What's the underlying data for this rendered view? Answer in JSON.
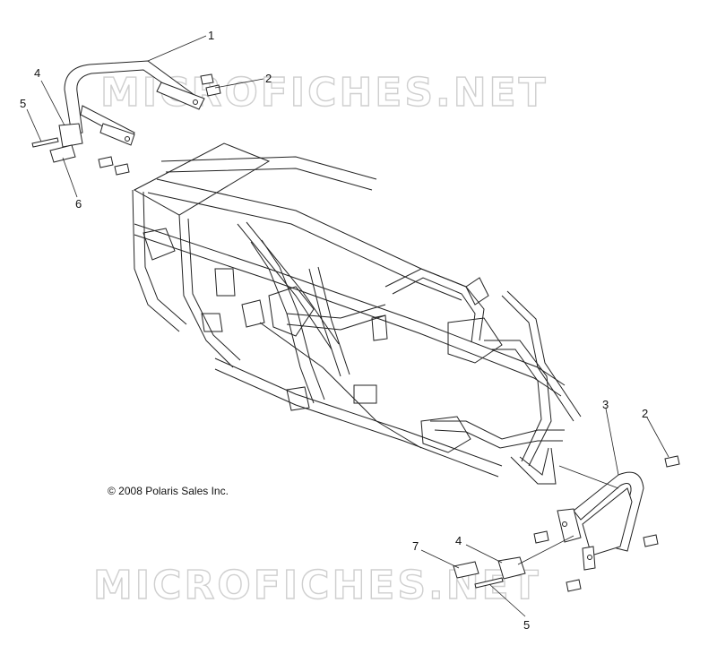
{
  "watermarks": [
    "MICROFICHES.NET",
    "MICROFICHES.NET"
  ],
  "copyright": "© 2008 Polaris Sales Inc.",
  "callouts": [
    {
      "id": "c1",
      "label": "1"
    },
    {
      "id": "c2a",
      "label": "2"
    },
    {
      "id": "c4a",
      "label": "4"
    },
    {
      "id": "c5a",
      "label": "5"
    },
    {
      "id": "c6",
      "label": "6"
    },
    {
      "id": "c3",
      "label": "3"
    },
    {
      "id": "c2b",
      "label": "2"
    },
    {
      "id": "c7",
      "label": "7"
    },
    {
      "id": "c4b",
      "label": "4"
    },
    {
      "id": "c5b",
      "label": "5"
    }
  ]
}
